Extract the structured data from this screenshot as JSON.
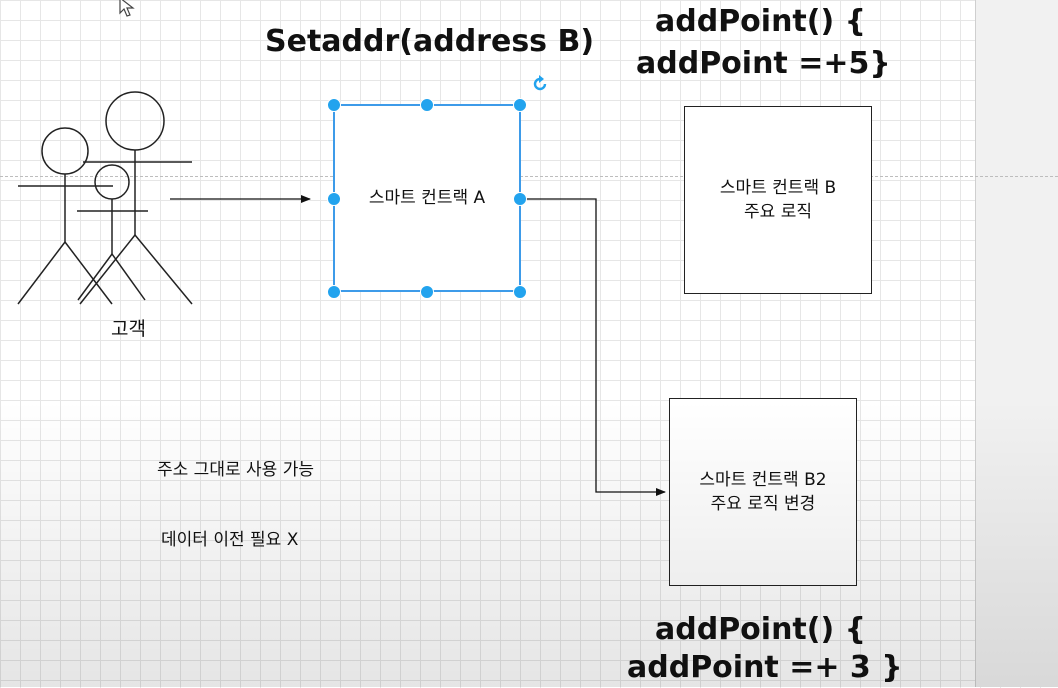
{
  "diagram": {
    "setaddr_label": "Setaddr(address B)",
    "customer_label": "고객",
    "contract_a": {
      "label": "스마트 컨트랙 A"
    },
    "contract_b": {
      "line1": "스마트 컨트랙 B",
      "line2": "주요 로직"
    },
    "contract_b2": {
      "line1": "스마트 컨트랙 B2",
      "line2": "주요 로직 변경"
    },
    "code_b": {
      "line1": "addPoint() {",
      "line2": "addPoint =+5}"
    },
    "code_b2": {
      "line1": "addPoint() {",
      "line2": "addPoint =+ 3 }"
    },
    "notes": {
      "line1": "주소 그대로 사용 가능",
      "line2": "데이터 이전 필요 X"
    }
  },
  "colors": {
    "selection": "#3d9be9",
    "handle": "#22a3ee",
    "stroke": "#222222"
  },
  "icons": [
    "cursor-icon",
    "rotate-icon",
    "stick-figure-icon"
  ]
}
